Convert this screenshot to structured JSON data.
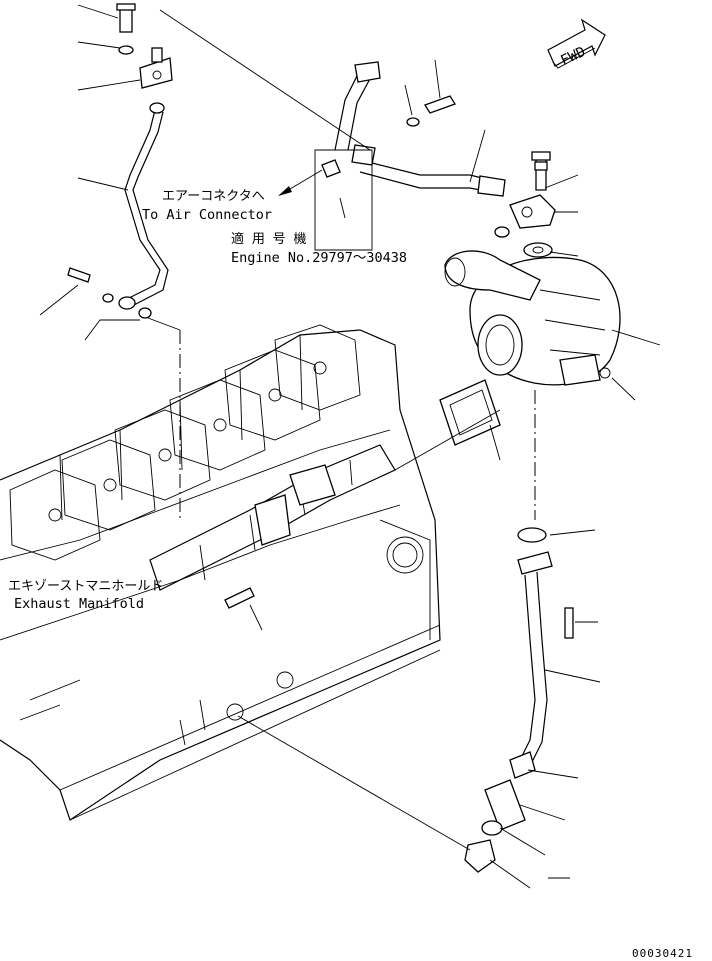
{
  "labels": {
    "air_connector_jp": "エアーコネクタへ",
    "air_connector_en": "To Air Connector",
    "applicable_jp": "適 用 号 機",
    "engine_no": "Engine No.29797～30438",
    "exhaust_jp": "エキゾーストマニホールド",
    "exhaust_en": "Exhaust Manifold",
    "fwd": "FWD",
    "drawing_no": "00030421"
  },
  "icons": {
    "direction_arrow": "fwd-arrow-icon"
  }
}
